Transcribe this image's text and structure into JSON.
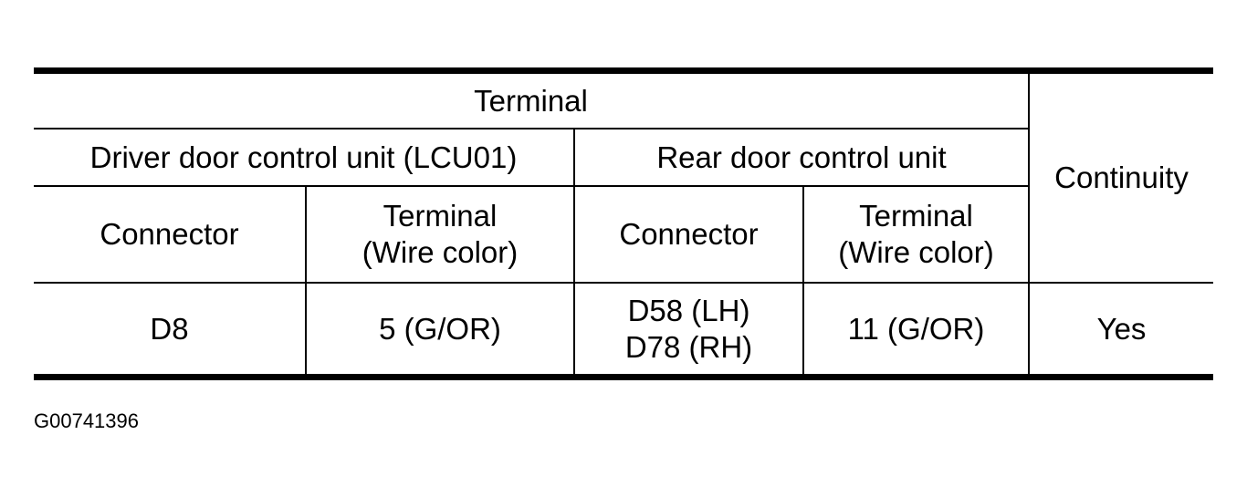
{
  "table": {
    "header_terminal": "Terminal",
    "header_continuity": "Continuity",
    "group_driver": "Driver door control unit (LCU01)",
    "group_rear": "Rear door control unit",
    "col_connector": "Connector",
    "col_terminal_line1": "Terminal",
    "col_terminal_line2": "(Wire color)",
    "rows": [
      {
        "driver_connector": "D8",
        "driver_terminal": "5 (G/OR)",
        "rear_connector_line1": "D58 (LH)",
        "rear_connector_line2": "D78 (RH)",
        "rear_terminal": "11 (G/OR)",
        "continuity": "Yes"
      }
    ]
  },
  "figure_id": "G00741396"
}
